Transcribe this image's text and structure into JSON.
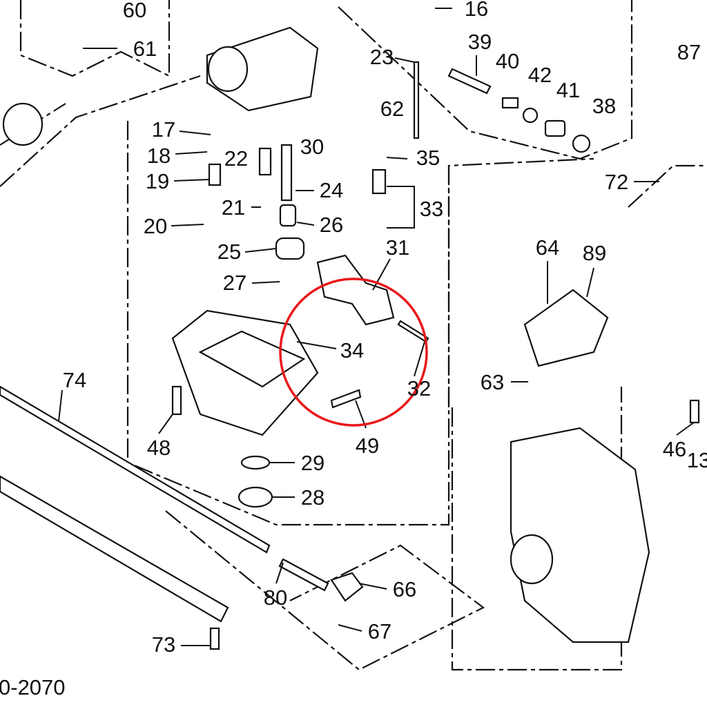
{
  "diagram": {
    "title_fragment": "0-2070",
    "part_labels": [
      "60",
      "61",
      "16",
      "87",
      "23",
      "39",
      "40",
      "42",
      "41",
      "38",
      "62",
      "17",
      "30",
      "35",
      "18",
      "22",
      "19",
      "72",
      "24",
      "33",
      "21",
      "20",
      "26",
      "31",
      "64",
      "89",
      "25",
      "27",
      "34",
      "63",
      "32",
      "74",
      "48",
      "49",
      "46",
      "13",
      "29",
      "28",
      "66",
      "80",
      "67",
      "73"
    ],
    "highlight_color": "#e8181c",
    "line_color": "#111111"
  }
}
